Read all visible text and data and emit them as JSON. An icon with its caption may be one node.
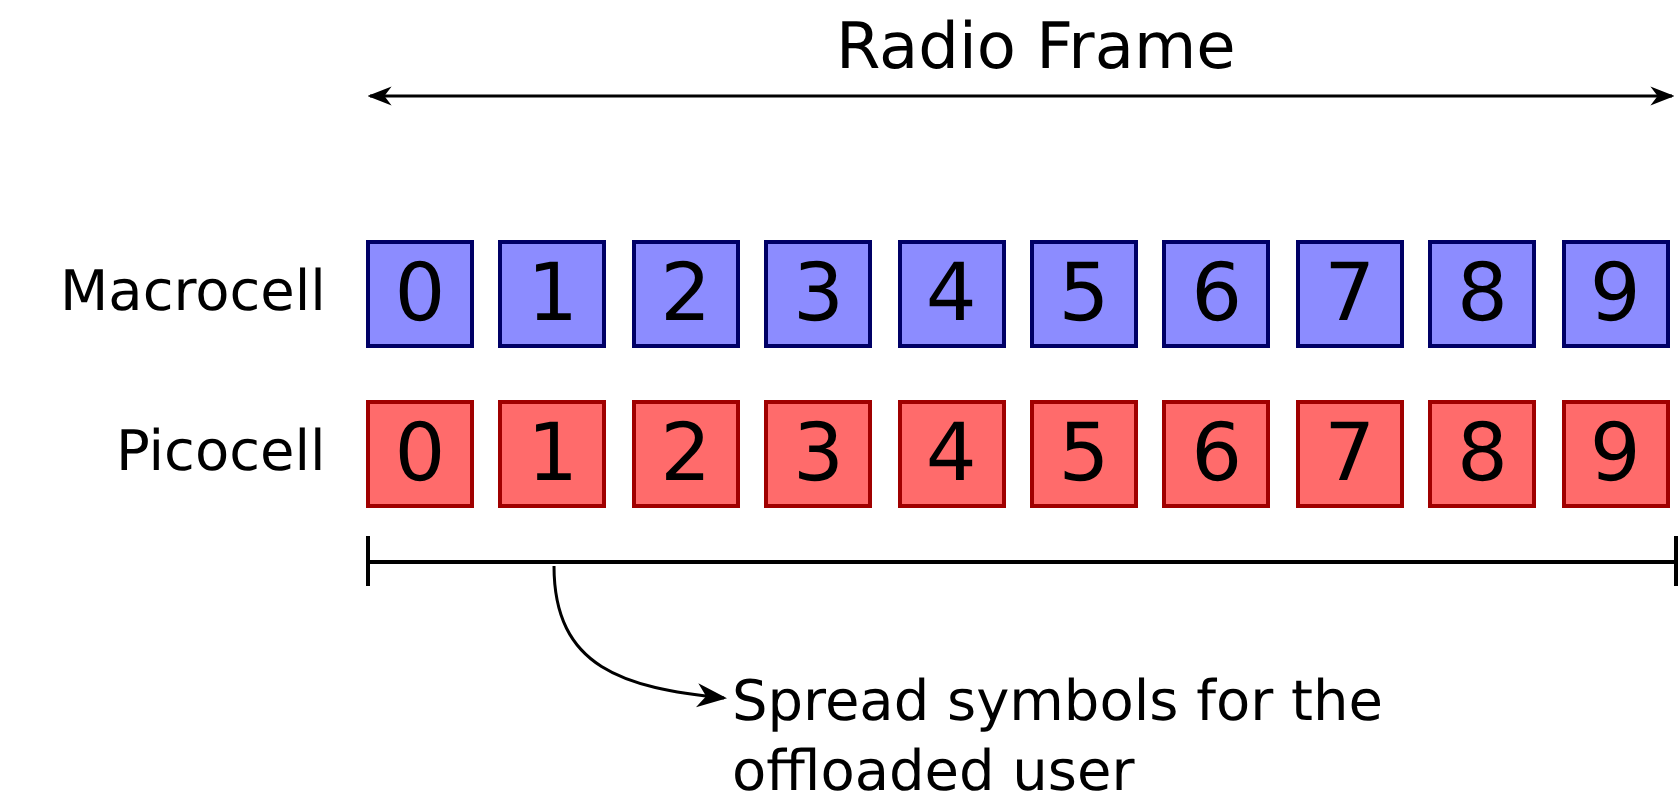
{
  "diagram": {
    "nodes": [
      {
        "text": [
          "0"
        ]
      },
      {
        "text": [
          "1"
        ]
      },
      {
        "text": [
          "2"
        ]
      },
      {
        "text": [
          "3"
        ]
      },
      {
        "text": [
          "4"
        ]
      },
      {
        "text": [
          "5"
        ]
      },
      {
        "text": [
          "6"
        ]
      },
      {
        "text": [
          "7"
        ]
      },
      {
        "text": [
          "8"
        ]
      },
      {
        "text": [
          "9"
        ]
      },
      {
        "text": [
          "0"
        ]
      },
      {
        "text": [
          "1"
        ]
      },
      {
        "text": [
          "2"
        ]
      },
      {
        "text": [
          "3"
        ]
      },
      {
        "text": [
          "4"
        ]
      },
      {
        "text": [
          "5"
        ]
      },
      {
        "text": [
          "6"
        ]
      },
      {
        "text": [
          "7"
        ]
      },
      {
        "text": [
          "8"
        ]
      },
      {
        "text": [
          "9"
        ]
      },
      {
        "text": [
          "Spread symbols for the offloaded user"
        ]
      }
    ],
    "edges": [
      {
        "from": null,
        "to": 20,
        "arrow": "to"
      }
    ],
    "labels": [
      "Radio Frame",
      "Macrocell",
      "Picocell"
    ]
  }
}
